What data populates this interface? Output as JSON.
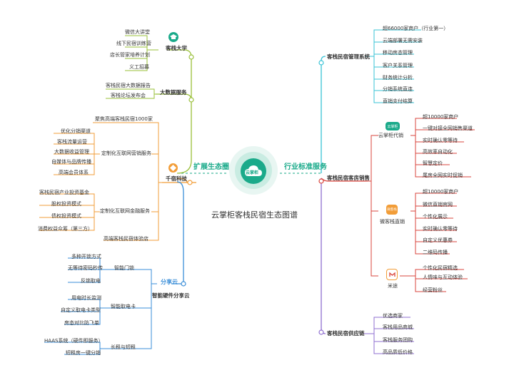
{
  "center": {
    "logo_text": "云掌柜",
    "title": "云掌柜客栈民宿生态图谱"
  },
  "left_branch": "扩展生态圈",
  "right_branch": "行业标准服务",
  "left": {
    "kezhan_daxue": {
      "title": "客栈大学",
      "items": [
        "微信大讲堂",
        "线下民宿训练营",
        "店长管家培养计划",
        "义工招募"
      ]
    },
    "dashuju": {
      "title": "大数据服务",
      "items": [
        "客栈民宿大数据报告",
        "客栈论坛发布会"
      ]
    },
    "qianxiu": {
      "title": "千宿科技",
      "top": "聚焦高端客栈民宿1000家",
      "marketing_label": "定制化互联网营销服务",
      "marketing": [
        "优化分销渠道",
        "客栈流量运营",
        "大数据收益管理",
        "自媒体与品牌传播",
        "高端会员体系"
      ],
      "finance_label": "定制化互联网金融服务",
      "finance": [
        "客栈民宿产业投资基金",
        "股权投资模式",
        "债权投资模式",
        "消费权益众筹（第三方）"
      ],
      "bottom": "高端客栈民宿体验店"
    },
    "fenxiang": {
      "title": "智能硬件分享云",
      "logo": "分享云",
      "door_label": "智能门锁",
      "door": [
        "多种开锁方式",
        "无等待密码秒传",
        "反锁取电"
      ],
      "card_label": "智能取电卡",
      "card": [
        "用电时长监测",
        "自定义取电卡类型",
        "房态对比防飞单"
      ],
      "rent_label": "长租与短租",
      "rent": [
        "HAAS系统（硬件即服务）",
        "短租房一键分销"
      ]
    }
  },
  "right": {
    "guanli": {
      "title": "客栈民宿管理系统",
      "items": [
        "超66000家商户（行业第一）",
        "云端部署无需安装",
        "移动房态管理",
        "客户关系管理",
        "财务统计分析",
        "分销系统直连",
        "直销支付结算"
      ]
    },
    "xiaoshou": {
      "title": "客栈民宿客房销售",
      "daixiao": {
        "label": "云掌柜代销",
        "logo": "云掌柜",
        "items": [
          "超10000家商户",
          "一键对接全网销售渠道",
          "实时确认零等待",
          "高效率自动化",
          "智慧定价",
          "尾房全网实时促销"
        ]
      },
      "zhixiao": {
        "label": "微客栈直销",
        "logo": "微客栈",
        "items": [
          "超10000家商户",
          "微信直销官网",
          "个性化展示",
          "实时确认零等待",
          "自定义优惠券",
          "二维码传播"
        ]
      },
      "mitu": {
        "label": "米途",
        "items": [
          "个性化民宿精选",
          "人情味与互动体验",
          "经营粉丝"
        ]
      }
    },
    "gongying": {
      "title": "客栈民宿供应链",
      "items": [
        "优选商家",
        "客栈用品商城",
        "客栈服务团购",
        "高品质低价格"
      ]
    }
  },
  "colors": {
    "teal": "#1aaa8a",
    "green": "#9ac03a",
    "orange": "#f29d38",
    "blue": "#3a8ed8",
    "cyan": "#3ac3d6",
    "red": "#d9443c",
    "purple": "#8f6fd0"
  }
}
